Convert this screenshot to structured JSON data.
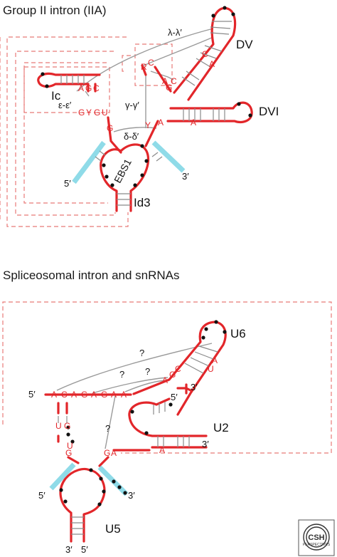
{
  "panels": {
    "top_title": "Group II intron (IIA)",
    "bottom_title": "Spliceosomal intron and snRNAs"
  },
  "group2": {
    "domains": {
      "dv": "DV",
      "dvi": "DVI",
      "ic": "Ic",
      "id3": "Id3",
      "ebs1": "EBS1"
    },
    "interactions": {
      "lambda": "λ-λ′",
      "epsilon": "ε-ε′",
      "gamma": "γ-γ′",
      "delta": "δ-δ′"
    },
    "nucleotides": {
      "a1": "A",
      "g1": "G",
      "c1": "C",
      "g2": "G",
      "y1": "Y",
      "g3": "G",
      "u1": "U",
      "g4": "G",
      "r": "R",
      "c2": "C",
      "a2": "A",
      "g5": "G",
      "c3": "C",
      "c4": "C",
      "a3": "A",
      "y2": "Y",
      "a4": "A"
    },
    "ends": {
      "five": "5′",
      "three": "3′"
    }
  },
  "spliceosome": {
    "snrnas": {
      "u6": "U6",
      "u2": "U2",
      "u5": "U5"
    },
    "question": "?",
    "sequence": [
      "A",
      "C",
      "A",
      "G",
      "A",
      "G",
      "A",
      "A"
    ],
    "nucleotides": {
      "a1": "A",
      "g1": "G",
      "c1": "C",
      "u1": "U",
      "a2": "A",
      "u2": "U",
      "g2": "G",
      "u3": "U",
      "g3": "G",
      "g4": "G",
      "a3": "A",
      "a4": "A"
    },
    "ends": {
      "five": "5′",
      "three": "3′"
    }
  },
  "logo": {
    "text": "CSH",
    "subtitle": "PERSPECTIVES"
  },
  "colors": {
    "strand": "#e2262a",
    "cyan": "#8fdbe8",
    "dashed_box": "#e87a78",
    "interaction": "#9a9a9a"
  }
}
